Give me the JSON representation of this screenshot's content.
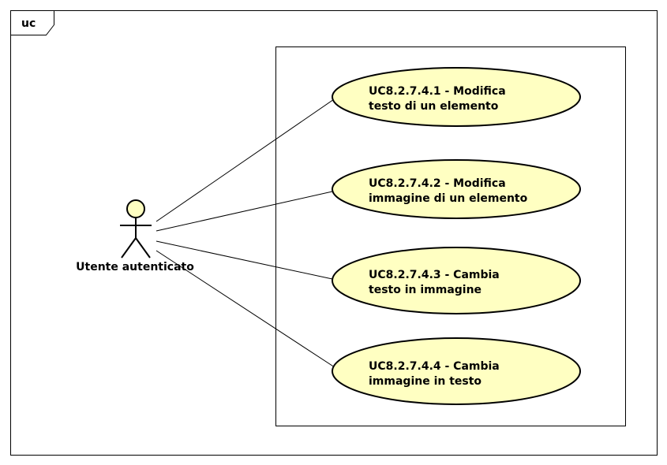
{
  "frame": {
    "tag": "uc"
  },
  "actor": {
    "label": "Utente autenticato"
  },
  "use_cases": [
    {
      "line1": "UC8.2.7.4.1 - Modifica",
      "line2": "testo di un elemento"
    },
    {
      "line1": "UC8.2.7.4.2 - Modifica",
      "line2": "immagine di un elemento"
    },
    {
      "line1": "UC8.2.7.4.3 - Cambia",
      "line2": "testo in immagine"
    },
    {
      "line1": "UC8.2.7.4.4 - Cambia",
      "line2": "immagine in testo"
    }
  ],
  "colors": {
    "use_case_fill": "#FFFFC2",
    "actor_fill": "#FFFFC2",
    "stroke": "#000000"
  }
}
